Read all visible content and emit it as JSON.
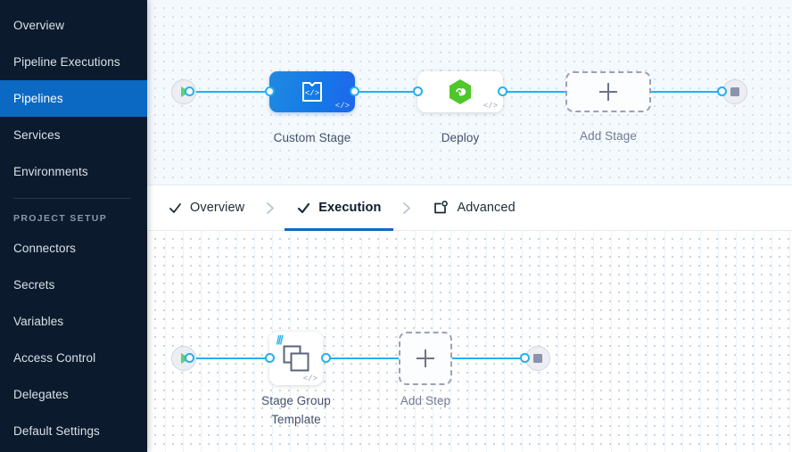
{
  "sidebar": {
    "items": [
      {
        "label": "Overview",
        "active": false
      },
      {
        "label": "Pipeline Executions",
        "active": false
      },
      {
        "label": "Pipelines",
        "active": true
      },
      {
        "label": "Services",
        "active": false
      },
      {
        "label": "Environments",
        "active": false
      }
    ],
    "section_title": "PROJECT SETUP",
    "section_items": [
      {
        "label": "Connectors"
      },
      {
        "label": "Secrets"
      },
      {
        "label": "Variables"
      },
      {
        "label": "Access Control"
      },
      {
        "label": "Delegates"
      },
      {
        "label": "Default Settings"
      }
    ],
    "active_color": "#0b69c4",
    "background_color": "#0b1b2d"
  },
  "tabs": {
    "items": [
      {
        "label": "Overview",
        "icon": "check-icon",
        "active": false,
        "complete": true
      },
      {
        "label": "Execution",
        "icon": "check-icon",
        "active": true,
        "complete": true
      },
      {
        "label": "Advanced",
        "icon": "advanced-settings-icon",
        "active": false,
        "complete": false
      }
    ],
    "separator_icon": "chevron-right-icon",
    "active_underline_color": "#0b69c4"
  },
  "stage_canvas": {
    "start_node": {
      "name": "pipeline-start",
      "icon": "play-icon"
    },
    "end_node": {
      "name": "pipeline-end",
      "icon": "stop-icon"
    },
    "nodes": [
      {
        "label": "Custom Stage",
        "type": "custom-stage",
        "icon": "custom-stage-code-icon",
        "badge": "</>",
        "color": "#1479e8"
      },
      {
        "label": "Deploy",
        "type": "deploy-stage",
        "icon": "deploy-hexagon-icon",
        "badge": "</>",
        "color": "#4ec72a"
      },
      {
        "label": "Add Stage",
        "type": "add-stage",
        "icon": "plus-icon",
        "badge": ""
      }
    ],
    "edge_color": "#24b0f0"
  },
  "execution_canvas": {
    "start_node": {
      "name": "execution-start",
      "icon": "play-icon"
    },
    "end_node": {
      "name": "execution-end",
      "icon": "stop-icon"
    },
    "nodes": [
      {
        "label": "Stage Group Template",
        "type": "stage-group-template",
        "icon": "template-layers-icon",
        "badge": "</>"
      },
      {
        "label": "Add Step",
        "type": "add-step",
        "icon": "plus-icon",
        "badge": ""
      }
    ],
    "edge_color": "#24b0f0"
  }
}
